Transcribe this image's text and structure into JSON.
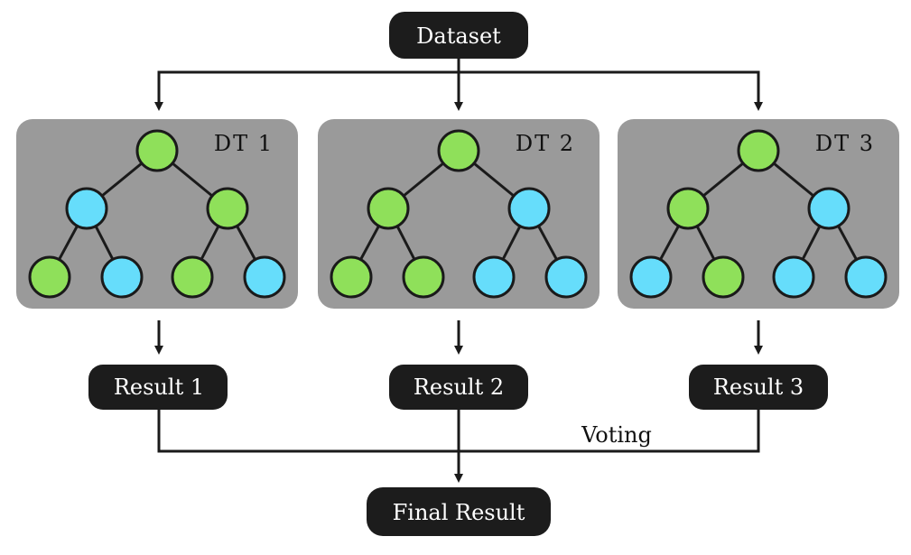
{
  "diagram": {
    "top_node": {
      "label": "Dataset"
    },
    "trees": [
      {
        "label": "DT 1",
        "nodes": {
          "root": "green",
          "left": "blue",
          "right": "green",
          "leaves": [
            "green",
            "blue",
            "green",
            "blue"
          ]
        },
        "result_label": "Result 1"
      },
      {
        "label": "DT 2",
        "nodes": {
          "root": "green",
          "left": "green",
          "right": "blue",
          "leaves": [
            "green",
            "green",
            "blue",
            "blue"
          ]
        },
        "result_label": "Result 2"
      },
      {
        "label": "DT 3",
        "nodes": {
          "root": "green",
          "left": "green",
          "right": "blue",
          "leaves": [
            "blue",
            "green",
            "blue",
            "blue"
          ]
        },
        "result_label": "Result 3"
      }
    ],
    "voting_label": "Voting",
    "final_node": {
      "label": "Final Result"
    },
    "colors": {
      "green": "#8fe05a",
      "blue": "#66ddfb",
      "panel": "#9a9a9a",
      "pill": "#1c1c1c",
      "pill_text": "#ffffff",
      "line": "#1a1a1a"
    }
  }
}
